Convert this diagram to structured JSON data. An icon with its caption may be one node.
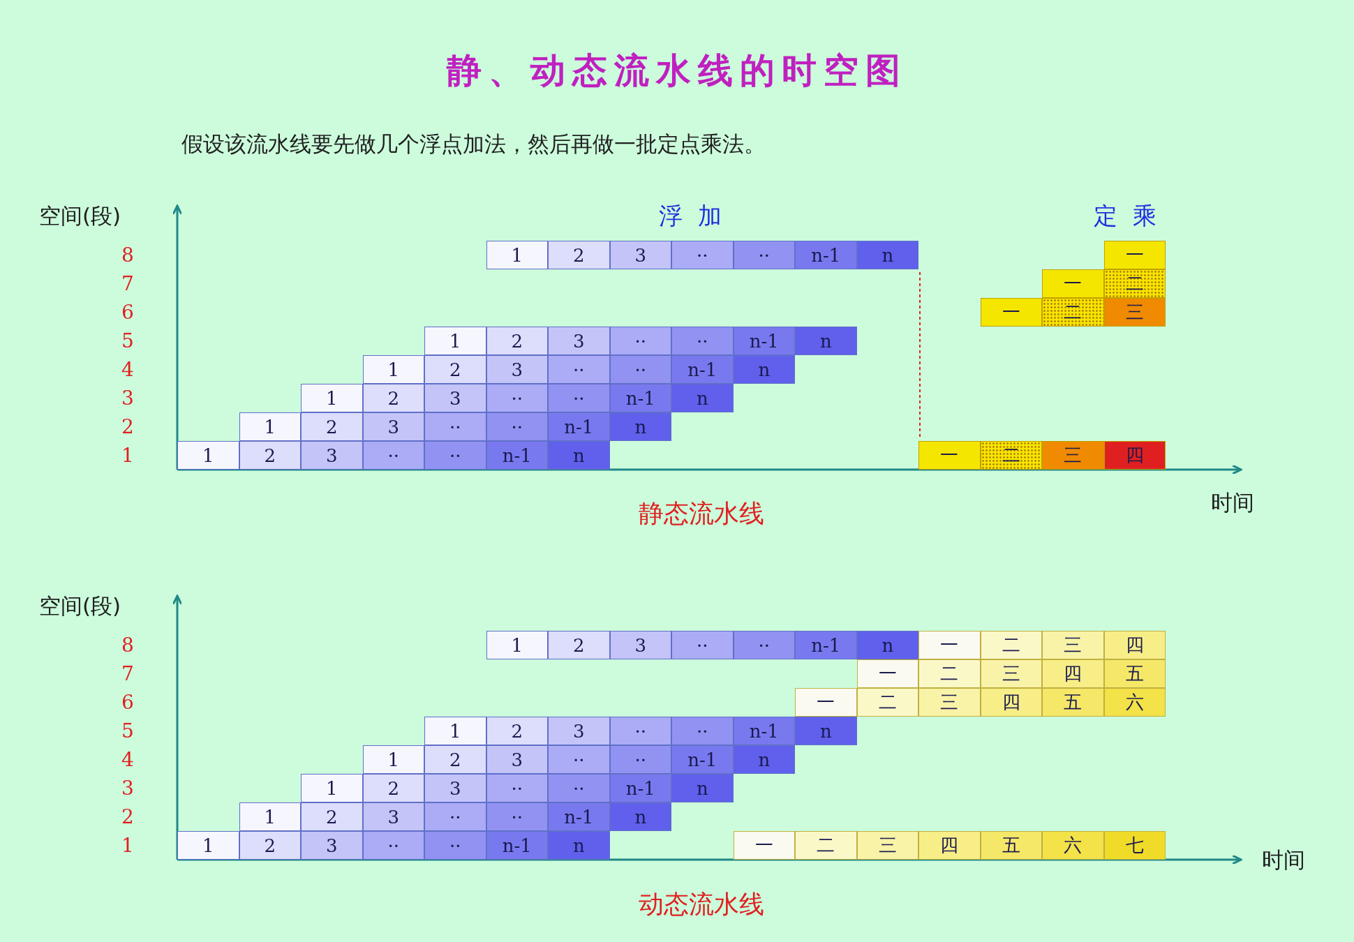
{
  "diagram": {
    "title": "静、动态流水线的时空图",
    "labels": [
      "假设该流水线要先做几个浮点加法，然后再做一批定点乘法。",
      "空间(段)",
      "浮加",
      "定乘",
      "8",
      "1",
      "2",
      "3",
      "··",
      "··",
      "n-1",
      "n",
      "一",
      "7",
      "一",
      "二",
      "6",
      "一",
      "二",
      "三",
      "5",
      "1",
      "2",
      "3",
      "··",
      "··",
      "n-1",
      "n",
      "4",
      "1",
      "2",
      "3",
      "··",
      "··",
      "n-1",
      "n",
      "3",
      "1",
      "2",
      "3",
      "··",
      "··",
      "n-1",
      "n",
      "2",
      "1",
      "2",
      "3",
      "··",
      "··",
      "n-1",
      "n",
      "1",
      "1",
      "2",
      "3",
      "··",
      "··",
      "n-1",
      "n",
      "一",
      "二",
      "三",
      "四",
      "时间",
      "静态流水线",
      "空间(段)",
      "8",
      "1",
      "2",
      "3",
      "··",
      "··",
      "n-1",
      "n",
      "一",
      "二",
      "三",
      "四",
      "7",
      "一",
      "二",
      "三",
      "四",
      "五",
      "6",
      "一",
      "二",
      "三",
      "四",
      "五",
      "六",
      "5",
      "1",
      "2",
      "3",
      "··",
      "··",
      "n-1",
      "n",
      "4",
      "1",
      "2",
      "3",
      "··",
      "··",
      "n-1",
      "n",
      "3",
      "1",
      "2",
      "3",
      "··",
      "··",
      "n-1",
      "n",
      "2",
      "1",
      "2",
      "3",
      "··",
      "··",
      "n-1",
      "n",
      "1",
      "1",
      "2",
      "3",
      "··",
      "··",
      "n-1",
      "n",
      "一",
      "二",
      "三",
      "四",
      "五",
      "六",
      "七",
      "时间",
      "动态流水线"
    ]
  }
}
